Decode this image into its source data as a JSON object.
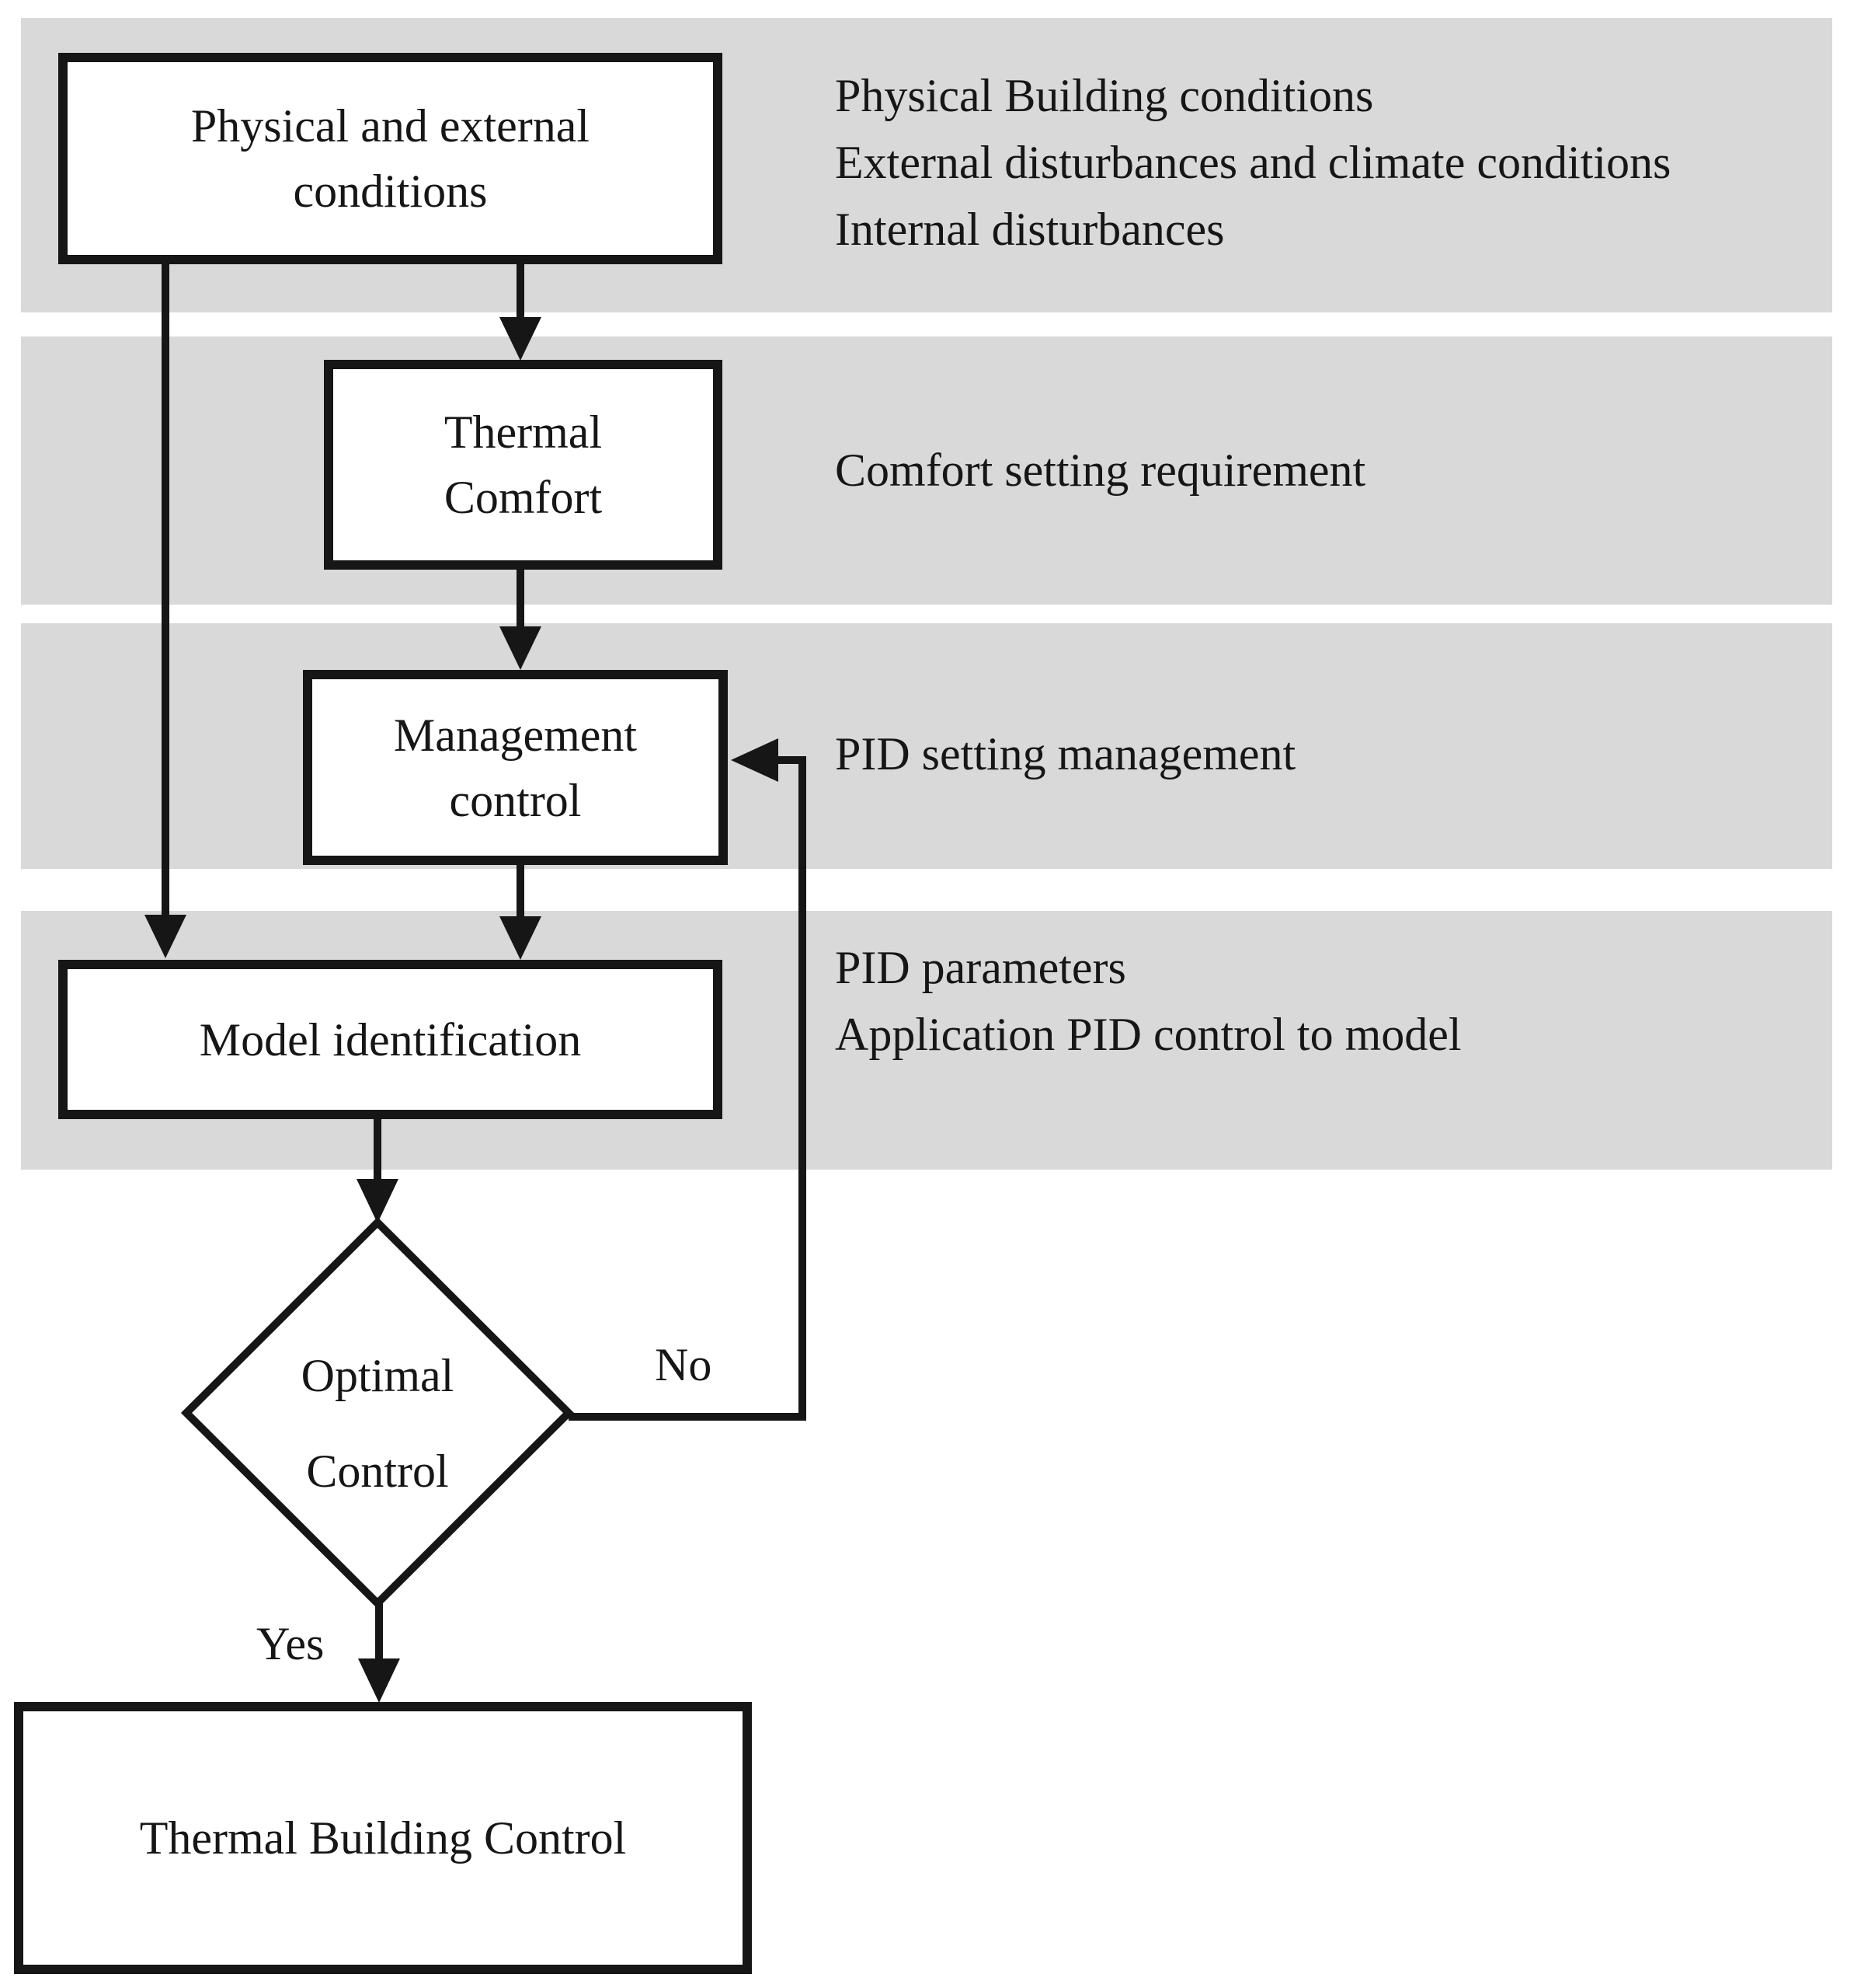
{
  "diagram": {
    "nodes": {
      "physical": {
        "line1": "Physical and external",
        "line2": "conditions"
      },
      "thermal_comfort": {
        "line1": "Thermal",
        "line2": "Comfort"
      },
      "management": {
        "line1": "Management",
        "line2": "control"
      },
      "model_identification": {
        "label": "Model identification"
      },
      "optimal_control": {
        "line1": "Optimal",
        "line2": "Control"
      },
      "thermal_building": {
        "label": "Thermal Building Control"
      }
    },
    "edge_labels": {
      "no": "No",
      "yes": "Yes"
    },
    "annotations": {
      "band1_line1": "Physical Building conditions",
      "band1_line2": "External disturbances and climate conditions",
      "band1_line3": "Internal disturbances",
      "band2_line1": "Comfort setting requirement",
      "band3_line1": "PID setting management",
      "band4_line1": "PID parameters",
      "band4_line2": "Application PID control to model"
    },
    "colors": {
      "band": "#d9d9d9",
      "line": "#161616",
      "node_fill": "#ffffff"
    }
  }
}
